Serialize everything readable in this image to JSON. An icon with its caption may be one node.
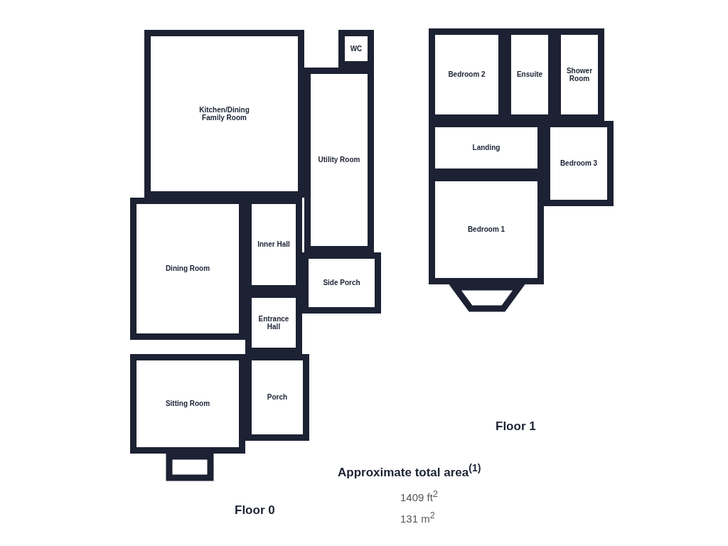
{
  "diagram": {
    "nodes": [
      {
        "text": [
          "Kitchen/Dining Family Room"
        ]
      },
      {
        "text": [
          "WC"
        ]
      },
      {
        "text": [
          "Utility Room"
        ]
      },
      {
        "text": [
          "Dining Room"
        ]
      },
      {
        "text": [
          "Inner Hall"
        ]
      },
      {
        "text": [
          "Side Porch"
        ]
      },
      {
        "text": [
          "Entrance Hall"
        ]
      },
      {
        "text": [
          "Porch"
        ]
      },
      {
        "text": [
          "Sitting Room"
        ]
      },
      {
        "text": [
          "Bedroom 2"
        ]
      },
      {
        "text": [
          "Ensuite"
        ]
      },
      {
        "text": [
          "Shower Room"
        ]
      },
      {
        "text": [
          "Landing"
        ]
      },
      {
        "text": [
          "Bedroom 3"
        ]
      },
      {
        "text": [
          "Bedroom 1"
        ]
      }
    ],
    "edges": [],
    "labels": [
      "Floor 1",
      "Approximate total area$^{(1)}$",
      "1409 ft$^{2}$",
      "131 m$^{2}$",
      "Floor 0"
    ]
  }
}
